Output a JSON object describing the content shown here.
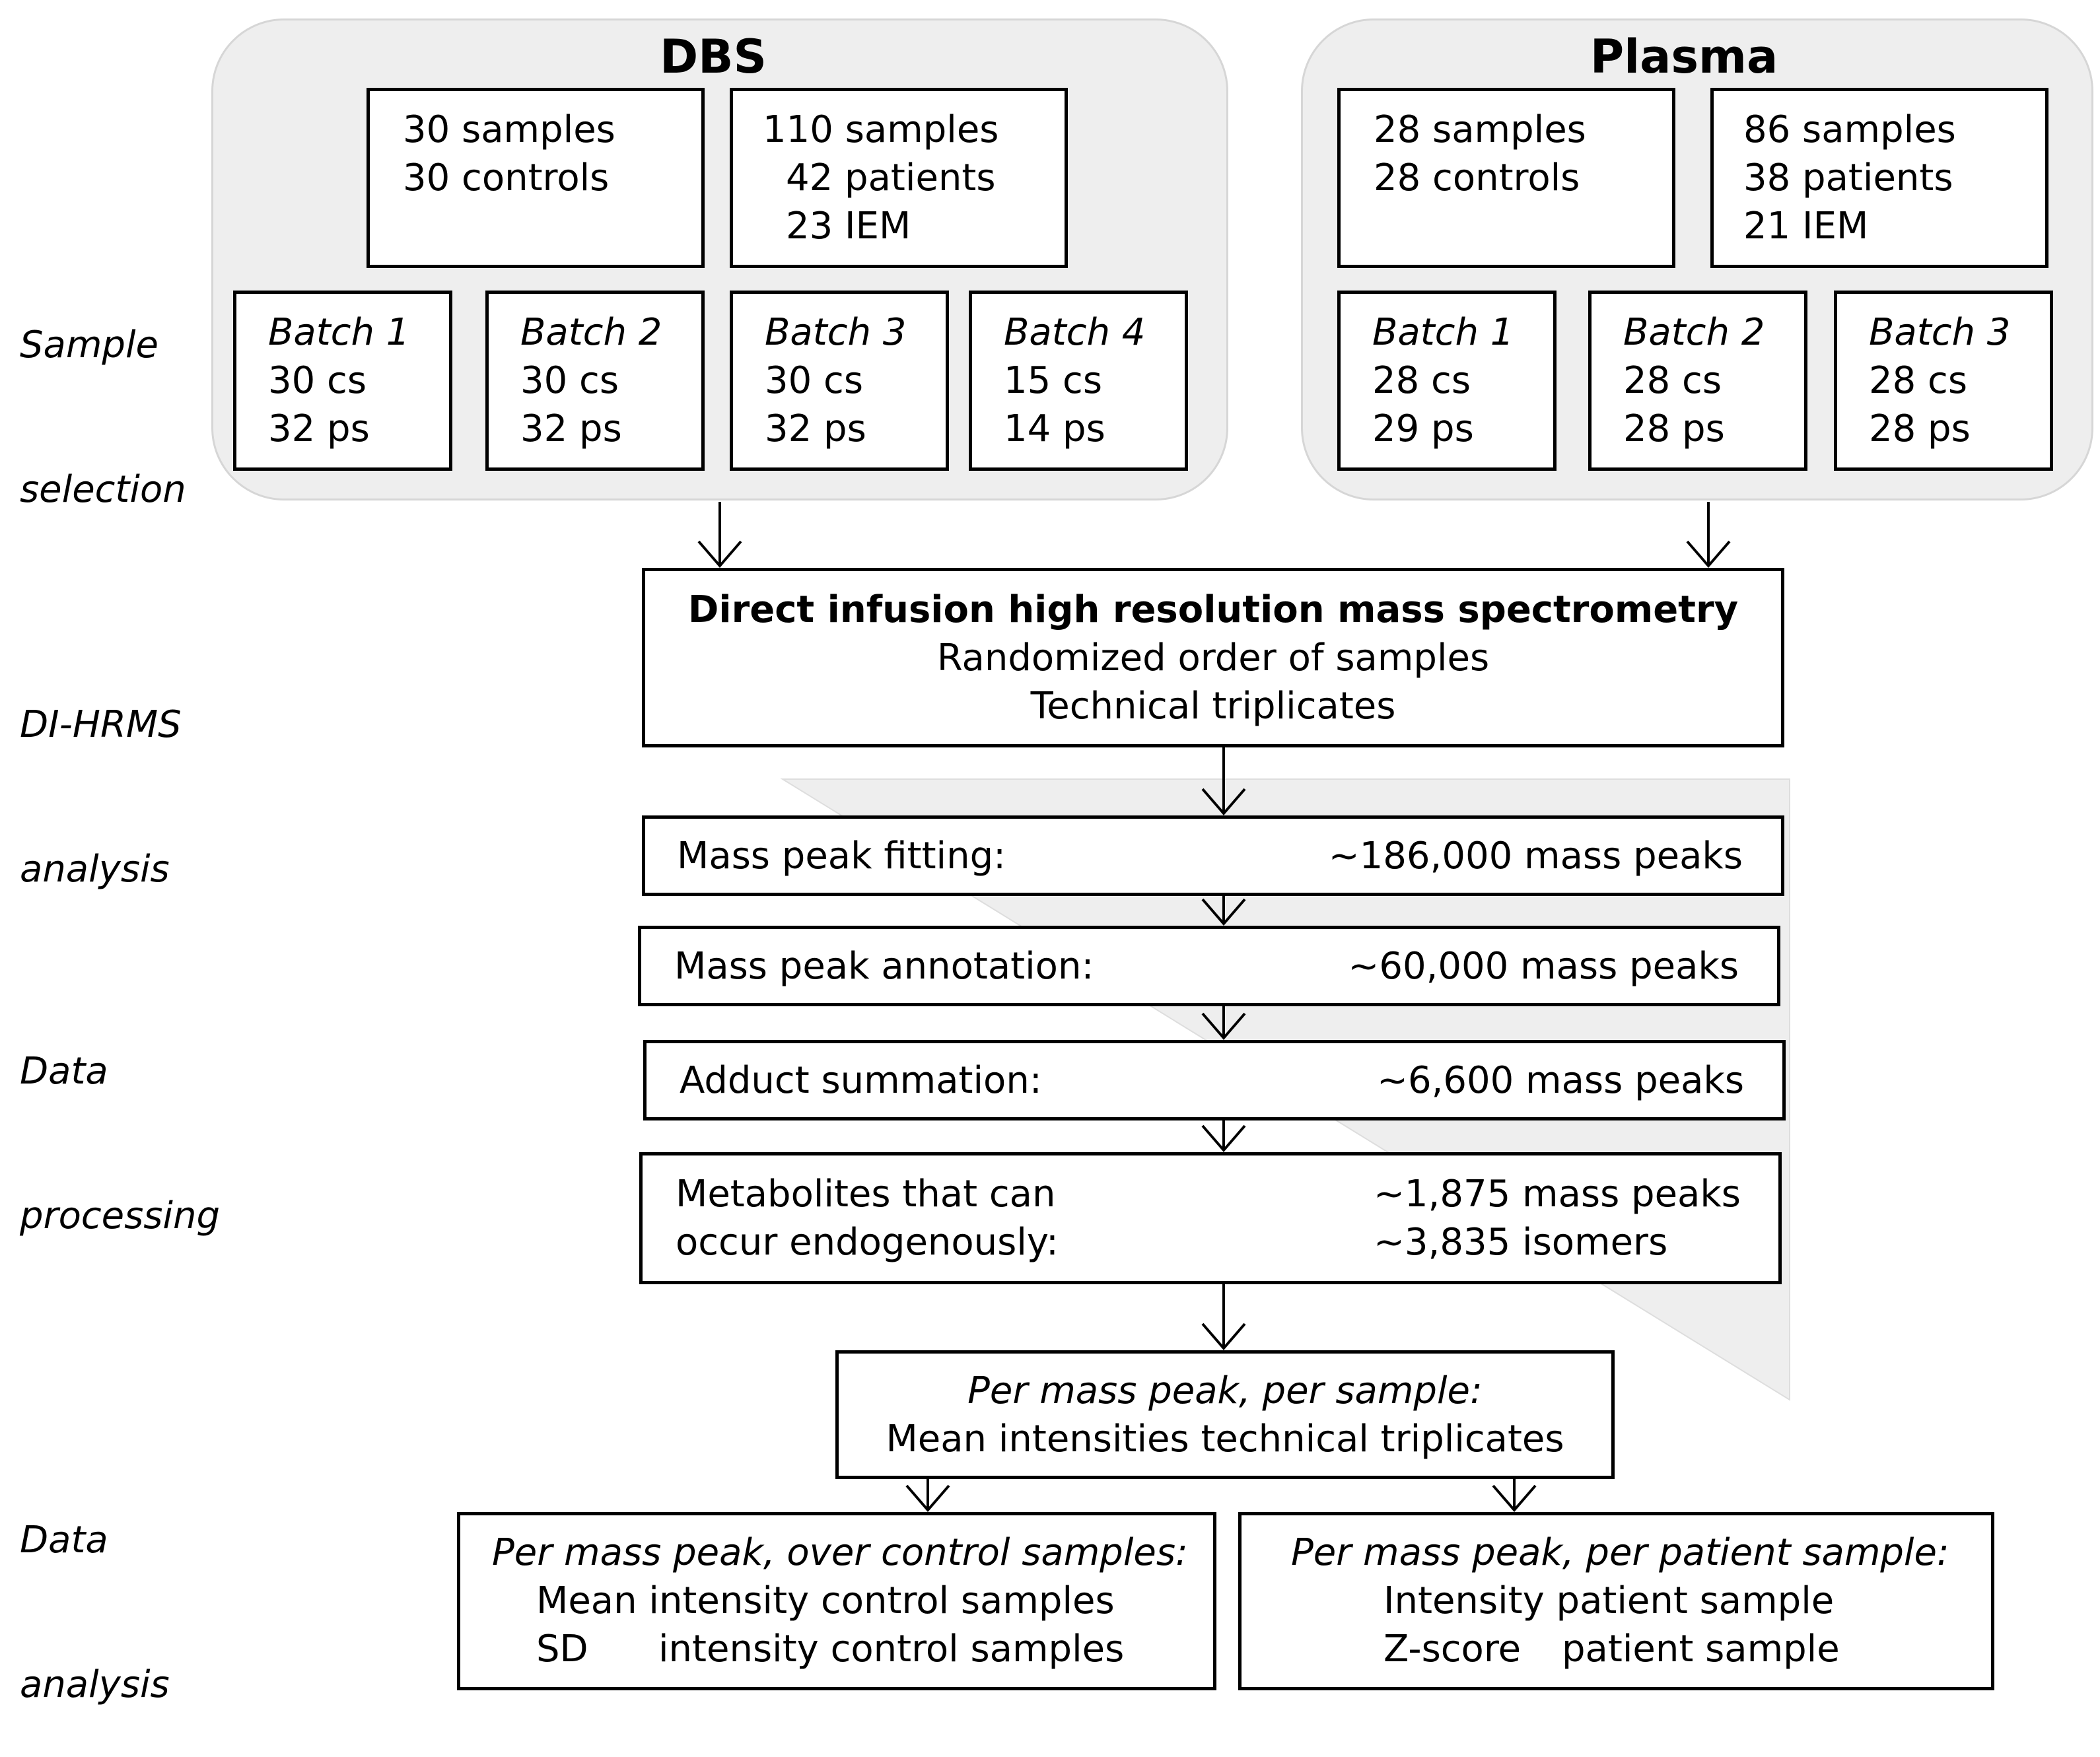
{
  "stages": {
    "sample_selection": [
      "Sample",
      "selection"
    ],
    "analysis": [
      "DI-HRMS",
      "analysis"
    ],
    "processing": [
      "Data",
      "processing"
    ],
    "data_analysis": [
      "Data",
      "analysis"
    ]
  },
  "dbs": {
    "title": "DBS",
    "controls_box": [
      "30 samples",
      "30 controls"
    ],
    "patients_box": [
      "110 samples",
      "42 patients",
      "23 IEM"
    ],
    "batches": [
      {
        "name": "Batch 1",
        "cs": "30 cs",
        "ps": "32 ps"
      },
      {
        "name": "Batch 2",
        "cs": "30 cs",
        "ps": "32 ps"
      },
      {
        "name": "Batch 3",
        "cs": "30 cs",
        "ps": "32 ps"
      },
      {
        "name": "Batch 4",
        "cs": "15 cs",
        "ps": "14 ps"
      }
    ]
  },
  "plasma": {
    "title": "Plasma",
    "controls_box": [
      "28 samples",
      "28 controls"
    ],
    "patients_box": [
      "86 samples",
      "38 patients",
      "21 IEM"
    ],
    "batches": [
      {
        "name": "Batch 1",
        "cs": "28 cs",
        "ps": "29 ps"
      },
      {
        "name": "Batch 2",
        "cs": "28 cs",
        "ps": "28 ps"
      },
      {
        "name": "Batch 3",
        "cs": "28 cs",
        "ps": "28 ps"
      }
    ]
  },
  "dihrms": {
    "title": "Direct infusion high resolution mass spectrometry",
    "line1": "Randomized order of samples",
    "line2": "Technical triplicates"
  },
  "processing_steps": [
    {
      "label": "Mass peak fitting:",
      "value": "~186,000 mass peaks"
    },
    {
      "label": "Mass peak annotation:",
      "value": "~60,000 mass peaks"
    },
    {
      "label": "Adduct summation:",
      "value": "~6,600 mass peaks"
    }
  ],
  "metabolites": {
    "label1": "Metabolites that can",
    "label2": "occur endogenously:",
    "value1": "~1,875 mass peaks",
    "value2": "~3,835 isomers"
  },
  "per_sample": {
    "title": "Per mass peak, per sample:",
    "line": "Mean intensities technical triplicates"
  },
  "controls": {
    "title": "Per mass peak, over control samples:",
    "line1": "Mean intensity control samples",
    "line2_a": "SD",
    "line2_b": "intensity control samples"
  },
  "patient": {
    "title": "Per mass peak, per patient sample:",
    "line1": "Intensity patient sample",
    "line2_a": "Z-score",
    "line2_b": "patient sample"
  },
  "colors": {
    "panel": "#eeeeee",
    "funnel": "#eeeeee",
    "line": "#000000"
  }
}
